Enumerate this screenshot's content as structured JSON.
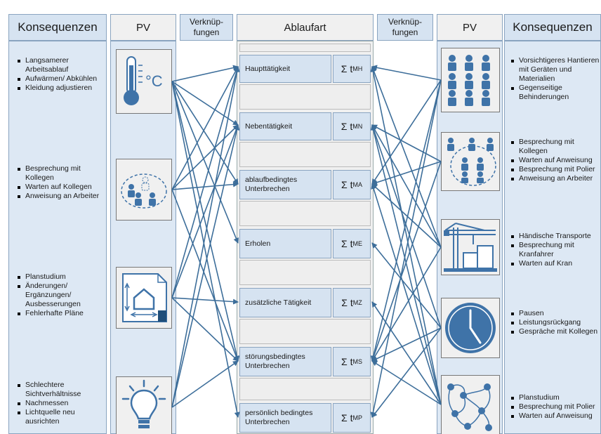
{
  "headers": {
    "left_consequences": "Konsequenzen",
    "left_pv": "PV",
    "left_link": [
      "Verknüp-",
      "fungen"
    ],
    "process": "Ablaufart",
    "right_link": [
      "Verknüp-",
      "fungen"
    ],
    "right_pv": "PV",
    "right_consequences": "Konsequenzen"
  },
  "left_consequences": [
    [
      "Langsamerer Arbeitsablauf",
      "Aufwärmen/ Abkühlen",
      "Kleidung adjustieren"
    ],
    [
      "Besprechung mit Kollegen",
      "Warten auf Kollegen",
      "Anweisung an Arbeiter"
    ],
    [
      "Planstudium",
      "Änderungen/ Ergänzungen/ Ausbesserungen",
      "Fehlerhafte Pläne"
    ],
    [
      "Schlechtere Sichtverhältnisse",
      "Nachmessen",
      "Lichtquelle neu ausrichten"
    ]
  ],
  "right_consequences": [
    [
      "Vorsichtigeres Hantieren mit Geräten und Materialien",
      "Gegenseitige Behinderungen"
    ],
    [
      "Besprechung mit Kollegen",
      "Warten auf Anweisung",
      "Besprechung mit Polier",
      "Anweisung an Arbeiter"
    ],
    [
      "Händische Transporte",
      "Besprechung mit Kranfahrer",
      "Warten auf Kran"
    ],
    [
      "Pausen",
      "Leistungsrückgang",
      "Gespräche mit Kollegen"
    ],
    [
      "Planstudium",
      "Besprechung mit Polier",
      "Warten auf Anweisung"
    ]
  ],
  "left_pv_icons": [
    "thermometer-icon",
    "worker-group-icon",
    "floor-plan-icon",
    "light-bulb-icon"
  ],
  "thermo_unit": "°C",
  "right_pv_icons": [
    "crowd-icon",
    "team-circle-icon",
    "crane-icon",
    "clock-icon",
    "network-icon"
  ],
  "activities": [
    {
      "label": "Haupttätigkeit",
      "sum": "Σ t",
      "sub": "MH"
    },
    {
      "label": "Nebentätigkeit",
      "sum": "Σ t",
      "sub": "MN"
    },
    {
      "label": "ablaufbedingtes Unterbrechen",
      "sum": "Σ t",
      "sub": "MA"
    },
    {
      "label": "Erholen",
      "sum": "Σ t",
      "sub": "ME"
    },
    {
      "label": "zusätzliche Tätigkeit",
      "sum": "Σ t",
      "sub": "MZ"
    },
    {
      "label": "störungsbedingtes Unterbrechen",
      "sum": "Σ t",
      "sub": "MS"
    },
    {
      "label": "persönlich bedingtes Unterbrechen",
      "sum": "Σ t",
      "sub": "MP"
    }
  ],
  "colors": {
    "arrow": "#3d6e9a",
    "light_blue": "#d6e3f1",
    "grey": "#f0f0f0",
    "icon_blue": "#3f73a8"
  }
}
